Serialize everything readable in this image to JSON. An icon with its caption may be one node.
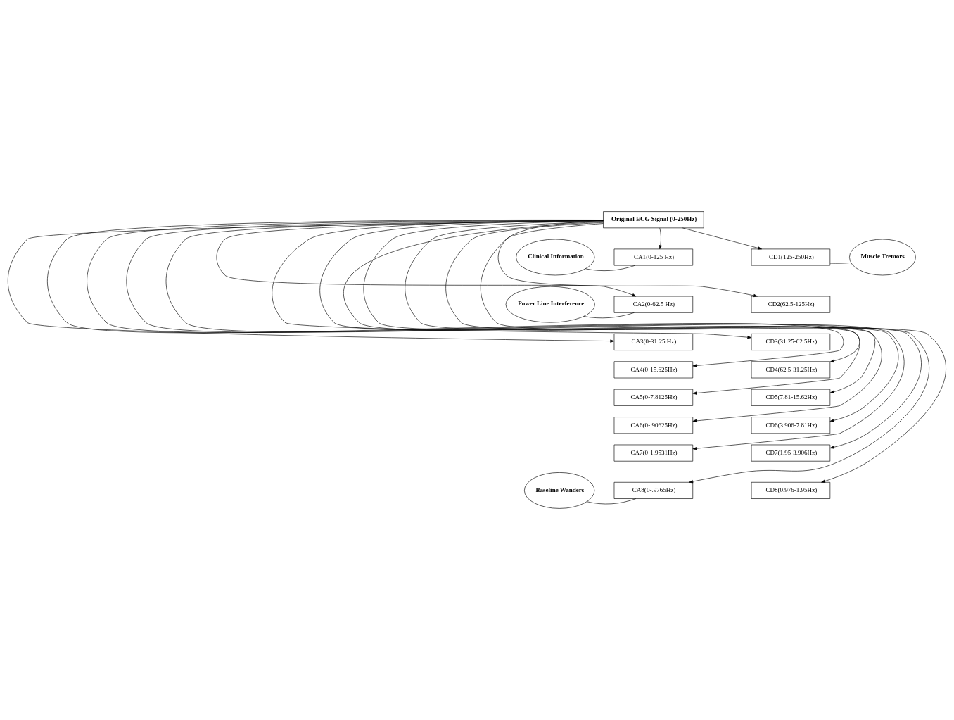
{
  "diagram": {
    "nodes": [
      {
        "text": [
          "Original ECG Signal (0-250Hz)"
        ]
      },
      {
        "text": [
          "Muscle Tremors"
        ]
      },
      {
        "text": [
          "Clinical Information"
        ]
      },
      {
        "text": [
          "Power Line Interference"
        ]
      },
      {
        "text": [
          "Baseline Wanders"
        ]
      },
      {
        "text": [
          "CA1(0-125 Hz)"
        ]
      },
      {
        "text": [
          "CA2(0-62.5 Hz)"
        ]
      },
      {
        "text": [
          "CA3(0-31.25 Hz)"
        ]
      },
      {
        "text": [
          "CA4(0-15.625Hz)"
        ]
      },
      {
        "text": [
          "CA5(0-7.8125Hz)"
        ]
      },
      {
        "text": [
          "CA6(0-.90625Hz)"
        ]
      },
      {
        "text": [
          "CA7(0-1.9531Hz)"
        ]
      },
      {
        "text": [
          "CA8(0-.9765Hz)"
        ]
      },
      {
        "text": [
          "CD1(125-250Hz)"
        ]
      },
      {
        "text": [
          "CD2(62.5-125Hz)"
        ]
      },
      {
        "text": [
          "CD3(31.25-62.5Hz)"
        ]
      },
      {
        "text": [
          "CD4(62.5-31.25Hz)"
        ]
      },
      {
        "text": [
          "CD5(7.81-15.62Hz)"
        ]
      },
      {
        "text": [
          "CD6(3.906-7.81Hz)"
        ]
      },
      {
        "text": [
          "CD7(1.95-3.906Hz)"
        ]
      },
      {
        "text": [
          "CD8(0.976-1.95Hz)"
        ]
      }
    ],
    "edges": [
      {
        "from": 0,
        "to": 5,
        "arrow": "to"
      },
      {
        "from": 0,
        "to": 13,
        "arrow": "to"
      },
      {
        "from": 0,
        "to": 6,
        "arrow": "to"
      },
      {
        "from": 0,
        "to": 14,
        "arrow": "to"
      },
      {
        "from": 0,
        "to": 7,
        "arrow": "to"
      },
      {
        "from": 0,
        "to": 15,
        "arrow": "to"
      },
      {
        "from": 0,
        "to": 8,
        "arrow": "to"
      },
      {
        "from": 0,
        "to": 16,
        "arrow": "to"
      },
      {
        "from": 0,
        "to": 9,
        "arrow": "to"
      },
      {
        "from": 0,
        "to": 17,
        "arrow": "to"
      },
      {
        "from": 0,
        "to": 10,
        "arrow": "to"
      },
      {
        "from": 0,
        "to": 18,
        "arrow": "to"
      },
      {
        "from": 0,
        "to": 11,
        "arrow": "to"
      },
      {
        "from": 0,
        "to": 19,
        "arrow": "to"
      },
      {
        "from": 0,
        "to": 12,
        "arrow": "to"
      },
      {
        "from": 0,
        "to": 20,
        "arrow": "to"
      },
      {
        "from": 1,
        "to": 13,
        "arrow": "none"
      },
      {
        "from": 2,
        "to": 5,
        "arrow": "none"
      },
      {
        "from": 3,
        "to": 6,
        "arrow": "none"
      },
      {
        "from": 4,
        "to": 12,
        "arrow": "none"
      }
    ]
  }
}
